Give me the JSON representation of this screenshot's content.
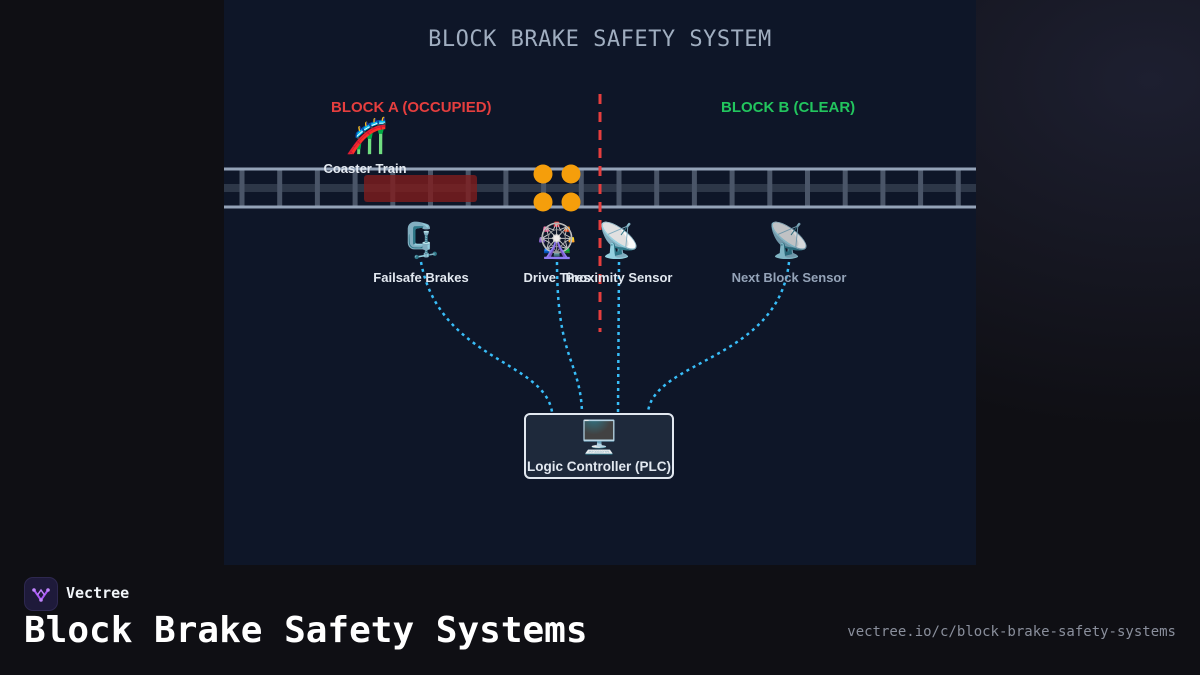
{
  "diagram": {
    "title": "BLOCK BRAKE SAFETY SYSTEM",
    "blocks": [
      {
        "label": "BLOCK A (OCCUPIED)",
        "color": "#e53e3e"
      },
      {
        "label": "BLOCK B (CLEAR)",
        "color": "#22c55e"
      }
    ],
    "train": {
      "label": "Coaster Train",
      "icon": "roller-coaster-icon"
    },
    "components": [
      {
        "label": "Failsafe Brakes",
        "icon": "clamp-icon"
      },
      {
        "label": "Drive Tires",
        "icon": "ferris-wheel-icon"
      },
      {
        "label": "Proximity Sensor",
        "icon": "satellite-antenna-icon"
      },
      {
        "label": "Next Block Sensor",
        "icon": "satellite-antenna-icon"
      }
    ],
    "controller": {
      "label": "Logic Controller (PLC)",
      "icon": "desktop-computer-icon"
    },
    "colors": {
      "track": "#94a3b8",
      "tire": "#f59e0b",
      "wire": "#38bdf8",
      "divider": "#e53e3e"
    }
  },
  "footer": {
    "brand": "Vectree",
    "title": "Block Brake Safety Systems",
    "url": "vectree.io/c/block-brake-safety-systems"
  }
}
